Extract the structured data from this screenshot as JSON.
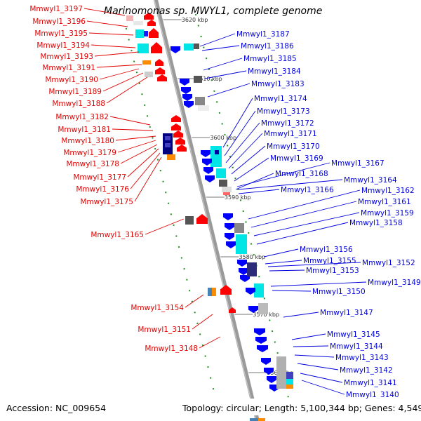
{
  "title": "Marinomonas sp. MWYL1, complete genome",
  "accession": "Accession: NC_009654",
  "topology": "Topology: circular; Length: 5,100,344 bp; Genes: 4,549",
  "colors": {
    "left_labels": "#e00000",
    "right_labels": "#0000dd",
    "backbone": "#888888",
    "tick": "#1e8c1e"
  },
  "kbp_labels": [
    "3620 kbp",
    "3610 kbp",
    "3600 kbp",
    "3590 kbp",
    "3580 kbp",
    "3570 kbp",
    "3560 kbp"
  ],
  "left_genes": [
    "Mmwyl1_3197",
    "Mmwyl1_3196",
    "Mmwyl1_3195",
    "Mmwyl1_3194",
    "Mmwyl1_3193",
    "Mmwyl1_3191",
    "Mmwyl1_3190",
    "Mmwyl1_3189",
    "Mmwyl1_3188",
    "Mmwyl1_3182",
    "Mmwyl1_3181",
    "Mmwyl1_3180",
    "Mmwyl1_3179",
    "Mmwyl1_3178",
    "Mmwyl1_3177",
    "Mmwyl1_3176",
    "Mmwyl1_3175",
    "Mmwyl1_3165",
    "Mmwyl1_3154",
    "Mmwyl1_3151",
    "Mmwyl1_3148"
  ],
  "right_genes": [
    "Mmwyl1_3187",
    "Mmwyl1_3186",
    "Mmwyl1_3185",
    "Mmwyl1_3184",
    "Mmwyl1_3183",
    "Mmwyl1_3174",
    "Mmwyl1_3173",
    "Mmwyl1_3172",
    "Mmwyl1_3171",
    "Mmwyl1_3170",
    "Mmwyl1_3169",
    "Mmwyl1_3167",
    "Mmwyl1_3168",
    "Mmwyl1_3164",
    "Mmwyl1_3166",
    "Mmwyl1_3162",
    "Mmwyl1_3161",
    "Mmwyl1_3159",
    "Mmwyl1_3158",
    "Mmwyl1_3156",
    "Mmwyl1_3155",
    "Mmwyl1_3152",
    "Mmwyl1_3153",
    "Mmwyl1_3149",
    "Mmwyl1_3150",
    "Mmwyl1_3147",
    "Mmwyl1_3145",
    "Mmwyl1_3144",
    "Mmwyl1_3143",
    "Mmwyl1_3142",
    "Mmwyl1_3141",
    "Mmwyl1_3140"
  ]
}
